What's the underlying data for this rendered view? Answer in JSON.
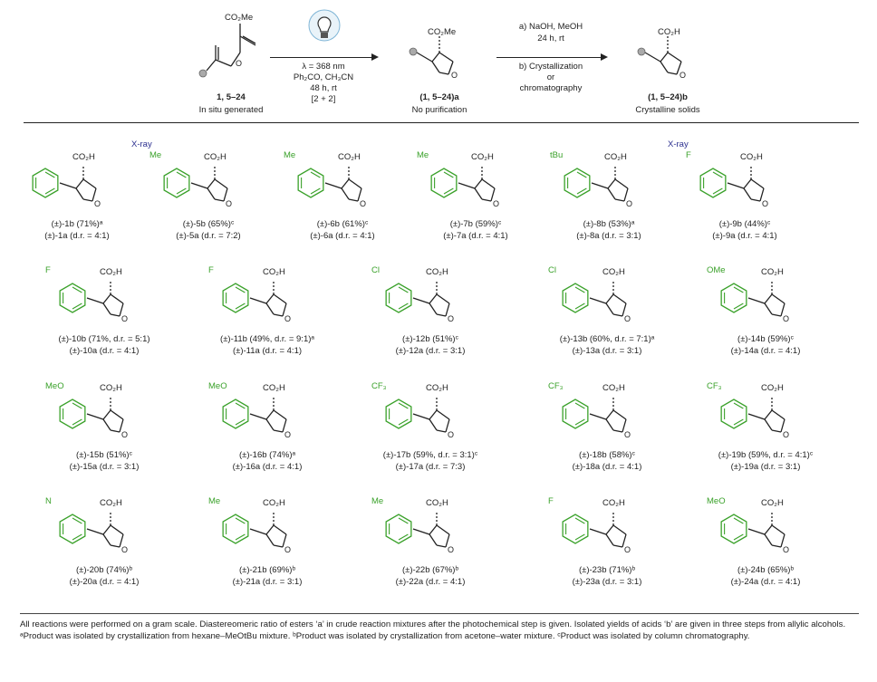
{
  "header": {
    "start_label": "1, 5–24",
    "start_sub": "In situ generated",
    "arrow1": {
      "l1": "λ = 368 nm",
      "l2": "Ph₂CO, CH₃CN",
      "l3": "48 h, rt",
      "l4": "[2 + 2]"
    },
    "mid_label": "(1, 5–24)a",
    "mid_sub": "No purification",
    "arrow2": {
      "l1": "a) NaOH, MeOH",
      "l2": "24 h, rt",
      "l3": "b) Crystallization",
      "l4": "or",
      "l5": "chromatography"
    },
    "end_label": "(1, 5–24)b",
    "end_sub": "Crystalline solids",
    "co2me": "CO₂Me",
    "co2h": "CO₂H"
  },
  "compounds": [
    {
      "sub": "",
      "xray": "",
      "acid": "(±)-1b (71%)ᵃ",
      "ester": "(±)-1a (d.r. = 4:1)"
    },
    {
      "sub": "Me",
      "xray": "X-ray",
      "acid": "(±)-5b (65%)ᶜ",
      "ester": "(±)-5a (d.r. = 7:2)"
    },
    {
      "sub": "Me",
      "xray": "",
      "acid": "(±)-6b (61%)ᶜ",
      "ester": "(±)-6a (d.r. = 4:1)"
    },
    {
      "sub": "Me",
      "xray": "",
      "acid": "(±)-7b (59%)ᶜ",
      "ester": "(±)-7a (d.r. = 4:1)"
    },
    {
      "sub": "tBu",
      "xray": "",
      "acid": "(±)-8b (53%)ᵃ",
      "ester": "(±)-8a (d.r. = 3:1)"
    },
    {
      "sub": "F",
      "xray": "X-ray",
      "acid": "(±)-9b (44%)ᶜ",
      "ester": "(±)-9a (d.r. = 4:1)"
    },
    {
      "sub": "F",
      "xray": "",
      "acid": "(±)-10b (71%, d.r. = 5:1)",
      "ester": "(±)-10a (d.r. = 4:1)"
    },
    {
      "sub": "F",
      "xray": "",
      "acid": "(±)-11b (49%, d.r. = 9:1)ᵃ",
      "ester": "(±)-11a (d.r. = 4:1)"
    },
    {
      "sub": "Cl",
      "xray": "",
      "acid": "(±)-12b (51%)ᶜ",
      "ester": "(±)-12a (d.r. = 3:1)"
    },
    {
      "sub": "Cl",
      "xray": "",
      "acid": "(±)-13b (60%, d.r. = 7:1)ᵃ",
      "ester": "(±)-13a (d.r. = 3:1)"
    },
    {
      "sub": "OMe",
      "xray": "",
      "acid": "(±)-14b (59%)ᶜ",
      "ester": "(±)-14a (d.r. = 4:1)"
    },
    {
      "sub": "MeO",
      "xray": "",
      "acid": "(±)-15b (51%)ᶜ",
      "ester": "(±)-15a (d.r. = 3:1)"
    },
    {
      "sub": "MeO",
      "xray": "",
      "acid": "(±)-16b (74%)ᵃ",
      "ester": "(±)-16a (d.r. = 4:1)"
    },
    {
      "sub": "CF₃",
      "xray": "",
      "acid": "(±)-17b (59%, d.r. = 3:1)ᶜ",
      "ester": "(±)-17a (d.r. = 7:3)"
    },
    {
      "sub": "CF₃",
      "xray": "",
      "acid": "(±)-18b (58%)ᶜ",
      "ester": "(±)-18a (d.r. = 4:1)"
    },
    {
      "sub": "CF₃",
      "xray": "",
      "acid": "(±)-19b (59%, d.r. = 4:1)ᶜ",
      "ester": "(±)-19a (d.r. = 3:1)"
    },
    {
      "sub": "N",
      "xray": "",
      "acid": "(±)-20b (74%)ᵇ",
      "ester": "(±)-20a (d.r. = 4:1)"
    },
    {
      "sub": "Me",
      "xray": "",
      "acid": "(±)-21b (69%)ᵇ",
      "ester": "(±)-21a (d.r. = 3:1)"
    },
    {
      "sub": "Me",
      "xray": "",
      "acid": "(±)-22b (67%)ᵇ",
      "ester": "(±)-22a (d.r. = 4:1)"
    },
    {
      "sub": "F",
      "xray": "",
      "acid": "(±)-23b (71%)ᵇ",
      "ester": "(±)-23a (d.r. = 3:1)"
    },
    {
      "sub": "MeO",
      "xray": "",
      "acid": "(±)-24b (65%)ᵇ",
      "ester": "(±)-24a (d.r. = 4:1)"
    }
  ],
  "footer": "All reactions were performed on a gram scale. Diastereomeric ratio of esters ‘a’ in crude reaction mixtures after the photochemical step is given. Isolated yields of acids ‘b’ are given in three steps from allylic alcohols. ᵃProduct was isolated by crystallization from hexane–MeOtBu mixture. ᵇProduct was isolated by crystallization from acetone–water mixture. ᶜProduct was isolated by column chromatography.",
  "colors": {
    "aryl": "#3aa12a",
    "xray": "#2b2f8f",
    "text": "#222222"
  }
}
